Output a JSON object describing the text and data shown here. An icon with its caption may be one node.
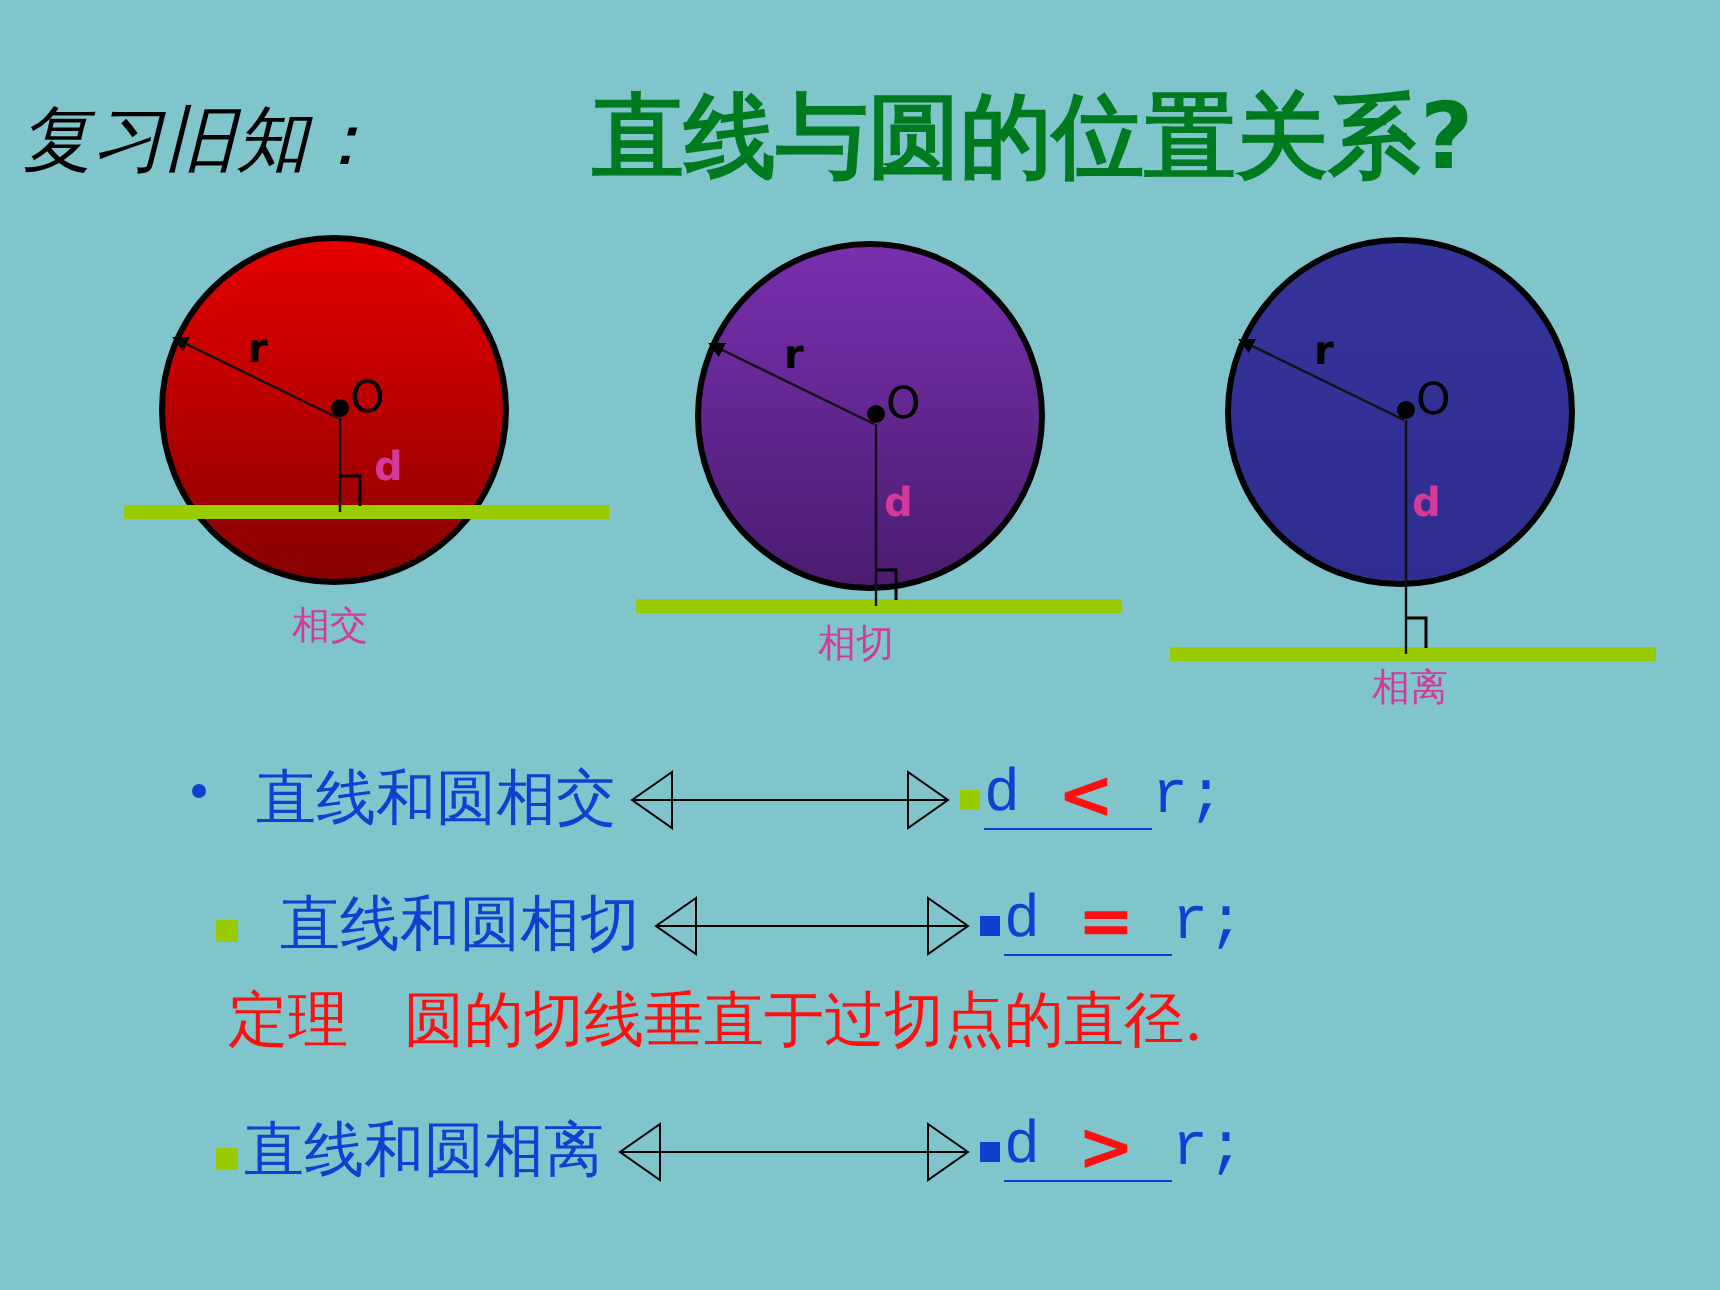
{
  "diagram": {
    "title": "直线与圆的位置关系?",
    "nodes": [
      {
        "text": [
          "r",
          "O",
          "d"
        ],
        "beside": [
          "相交"
        ]
      },
      {
        "text": [
          "r",
          "O",
          "d"
        ],
        "beside": [
          "相切"
        ]
      },
      {
        "text": [
          "r",
          "O",
          "d"
        ],
        "beside": [
          "相离"
        ]
      },
      {
        "text": [
          "直线和圆相交"
        ]
      },
      {
        "text": [
          "d",
          "<",
          "r;"
        ]
      },
      {
        "text": [
          "直线和圆相切"
        ]
      },
      {
        "text": [
          "d",
          "=",
          "r;"
        ]
      },
      {
        "text": [
          "直线和圆相离"
        ]
      },
      {
        "text": [
          "d",
          ">",
          "r;"
        ]
      }
    ],
    "edges": [
      {
        "from": 3,
        "to": 4,
        "arrow": "both"
      },
      {
        "from": 5,
        "to": 6,
        "arrow": "both"
      },
      {
        "from": 7,
        "to": 8,
        "arrow": "both"
      }
    ],
    "labels": [
      "复习旧知：",
      "定理",
      "圆的切线垂直于过切点的直径."
    ]
  }
}
